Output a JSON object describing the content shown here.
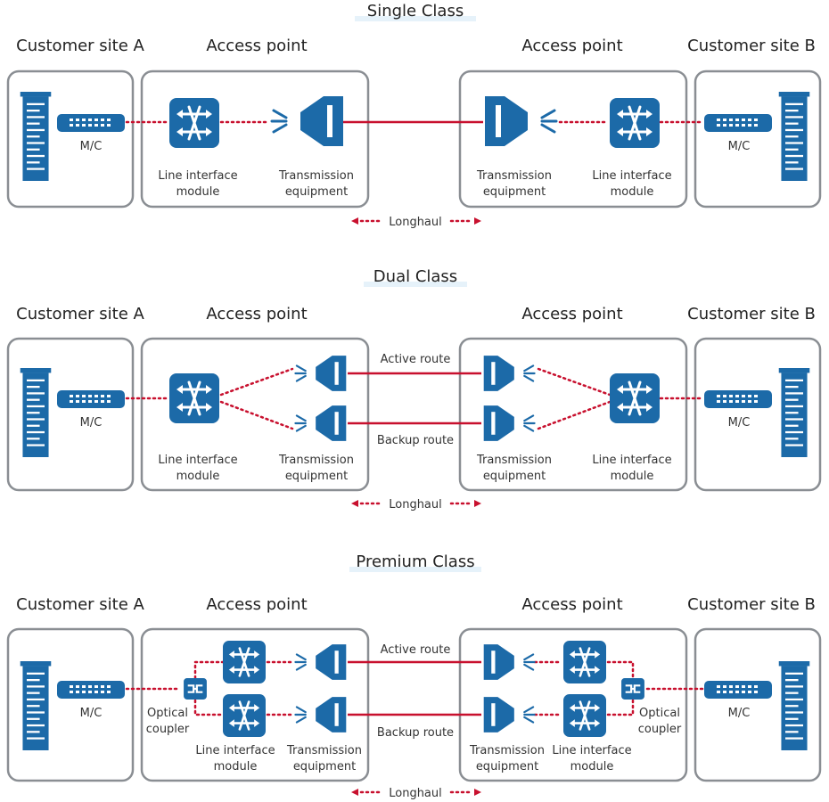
{
  "sections": [
    {
      "title": "Single Class",
      "customer_site_a": "Customer site A",
      "customer_site_b": "Customer site B",
      "access_point_left": "Access point",
      "access_point_right": "Access point",
      "mc_left": "M/C",
      "mc_right": "M/C",
      "lim_left": [
        "Line interface",
        "module"
      ],
      "lim_right": [
        "Line interface",
        "module"
      ],
      "te_left": [
        "Transmission",
        "equipment"
      ],
      "te_right": [
        "Transmission",
        "equipment"
      ],
      "longhaul": "Longhaul"
    },
    {
      "title": "Dual Class",
      "customer_site_a": "Customer site A",
      "customer_site_b": "Customer site B",
      "access_point_left": "Access point",
      "access_point_right": "Access point",
      "mc_left": "M/C",
      "mc_right": "M/C",
      "lim_left": [
        "Line interface",
        "module"
      ],
      "lim_right": [
        "Line interface",
        "module"
      ],
      "te_left": [
        "Transmission",
        "equipment"
      ],
      "te_right": [
        "Transmission",
        "equipment"
      ],
      "active_route": "Active route",
      "backup_route": "Backup route",
      "longhaul": "Longhaul"
    },
    {
      "title": "Premium Class",
      "customer_site_a": "Customer site A",
      "customer_site_b": "Customer site B",
      "access_point_left": "Access point",
      "access_point_right": "Access point",
      "mc_left": "M/C",
      "mc_right": "M/C",
      "coupler_left": [
        "Optical",
        "coupler"
      ],
      "coupler_right": [
        "Optical",
        "coupler"
      ],
      "lim_left": [
        "Line interface",
        "module"
      ],
      "lim_right": [
        "Line interface",
        "module"
      ],
      "te_left": [
        "Transmission",
        "equipment"
      ],
      "te_right": [
        "Transmission",
        "equipment"
      ],
      "active_route": "Active route",
      "backup_route": "Backup route",
      "longhaul": "Longhaul"
    }
  ],
  "colors": {
    "accent": "#c8102e",
    "device": "#1c6aa8",
    "frame": "#8a8e93"
  }
}
